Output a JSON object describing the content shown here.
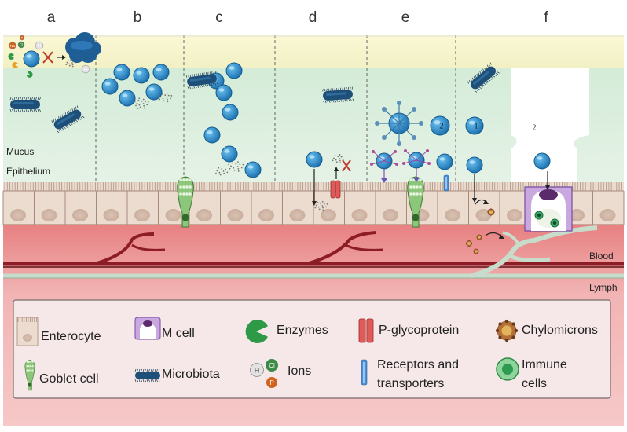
{
  "panels": [
    "a",
    "b",
    "c",
    "d",
    "e",
    "f"
  ],
  "zones": {
    "mucus": "Mucus",
    "epithelium": "Epithelium",
    "blood": "Blood",
    "lymph": "Lymph"
  },
  "ions": {
    "na": "Na",
    "cl": "Cl",
    "h": "H",
    "p": "P"
  },
  "particle_labels": {
    "one": "1",
    "two": "2"
  },
  "legend": {
    "enterocyte": "Enterocyte",
    "m_cell": "M cell",
    "enzymes": "Enzymes",
    "p_glycoprotein": "P-glycoprotein",
    "chylomicrons": "Chylomicrons",
    "goblet_cell": "Goblet cell",
    "microbiota": "Microbiota",
    "ions": "Ions",
    "ion_h": "H",
    "ion_cl": "Cl",
    "ion_p": "P",
    "receptors_line1": "Receptors and",
    "receptors_line2": "transporters",
    "immune_line1": "Immune",
    "immune_line2": "cells"
  },
  "colors": {
    "lumen": "#f7f3c8",
    "mucus": "#dbeede",
    "epithelium": "#e9ddd3",
    "blood_bg": "#e88c8c",
    "vessel": "#8c1c26",
    "lymph": "#bed7c4",
    "particle": "#2e8fd0",
    "microbiota": "#1e4f78",
    "goblet": "#7cbc6a",
    "m_cell": "#b48fd0",
    "pgp": "#e05a5a",
    "receptor": "#4a8fd8"
  }
}
